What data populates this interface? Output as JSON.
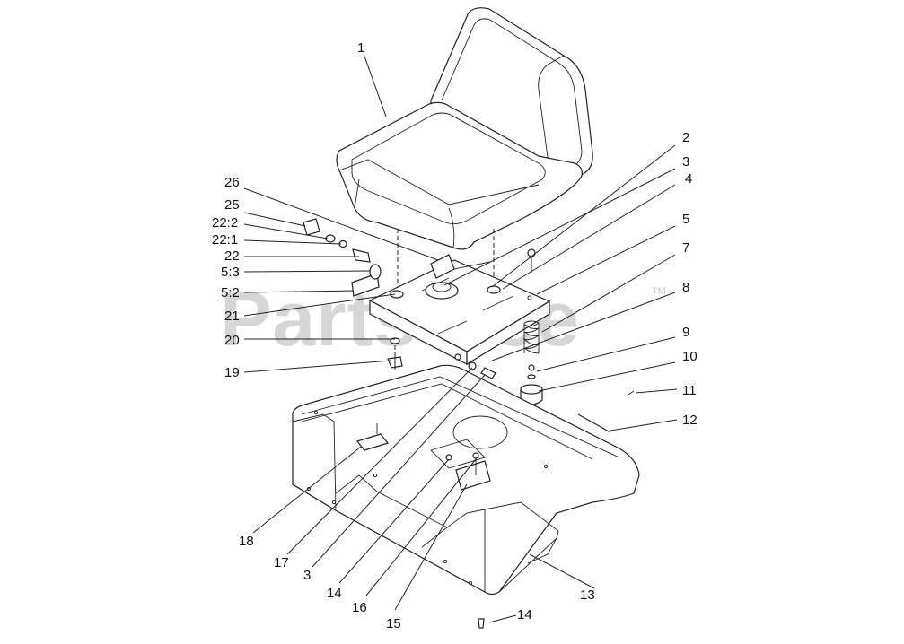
{
  "watermark": {
    "text": "PartsTree",
    "trademark": "TM"
  },
  "callouts": [
    "1",
    "2",
    "3",
    "4",
    "5",
    "7",
    "8",
    "9",
    "10",
    "11",
    "12",
    "13",
    "14",
    "14",
    "15",
    "16",
    "3",
    "17",
    "18",
    "19",
    "20",
    "21",
    "5:2",
    "5:3",
    "22",
    "22:1",
    "22:2",
    "25",
    "26"
  ]
}
